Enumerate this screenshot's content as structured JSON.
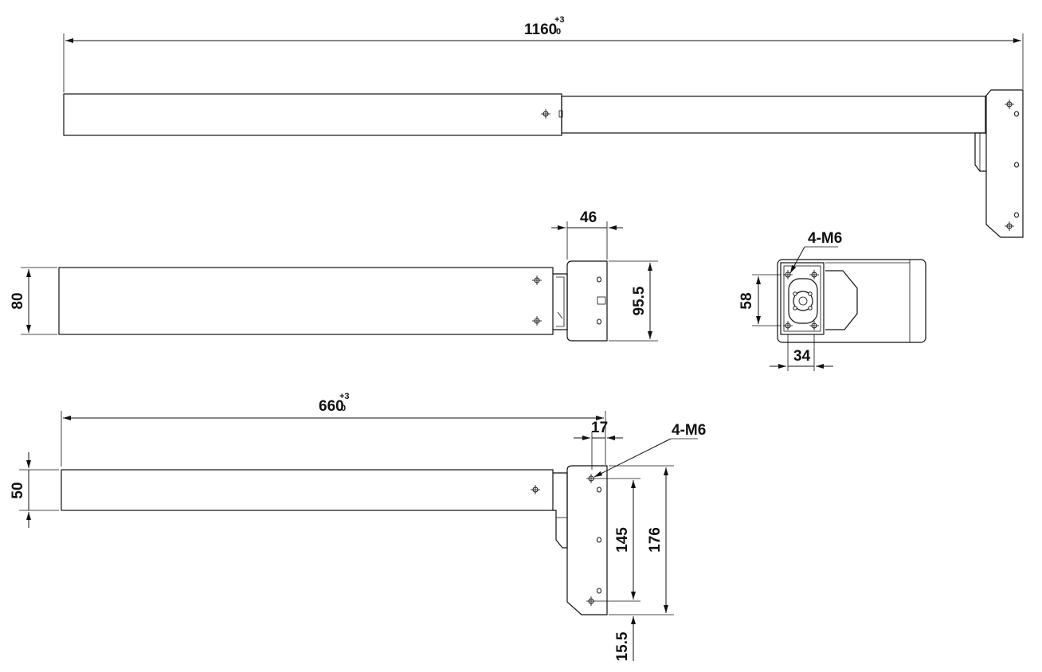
{
  "dimensions": {
    "overall_length": "1160",
    "overall_length_upper_tol": "+3",
    "overall_length_lower_tol": "0",
    "head_width": "46",
    "profile_height": "80",
    "head_height": "95.5",
    "end_view_height": "58",
    "end_view_width": "34",
    "retracted_length": "660",
    "retracted_length_upper_tol": "+3",
    "retracted_length_lower_tol": "0",
    "hole_offset": "17",
    "rod_height": "50",
    "hole_spacing": "145",
    "bracket_height": "176",
    "bottom_offset": "15.5"
  },
  "callouts": {
    "thread_top": "4-M6",
    "thread_bottom": "4-M6"
  }
}
